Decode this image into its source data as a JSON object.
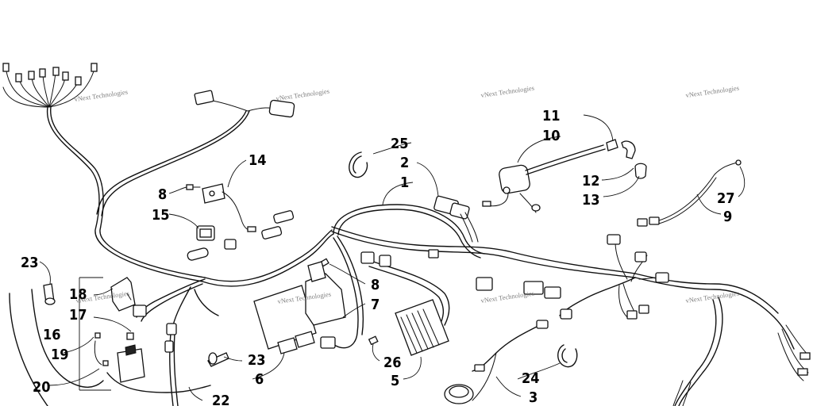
{
  "diagram": {
    "callouts": [
      "1",
      "2",
      "3",
      "5",
      "6",
      "7",
      "8",
      "8",
      "9",
      "10",
      "11",
      "12",
      "13",
      "14",
      "15",
      "16",
      "17",
      "18",
      "19",
      "20",
      "22",
      "23",
      "23",
      "24",
      "25",
      "26",
      "27"
    ],
    "watermark_text": "vNext Technologies"
  }
}
